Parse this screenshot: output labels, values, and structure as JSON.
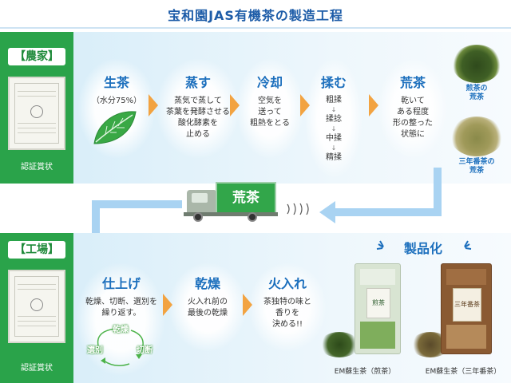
{
  "title": "宝和園JAS有機茶の製造工程",
  "farm": {
    "tag": "【農家】",
    "cert_caption": "認証賞状",
    "steps": [
      {
        "name": "生茶",
        "desc": [
          "（水分75%）"
        ]
      },
      {
        "name": "蒸す",
        "desc": [
          "蒸気で蒸して",
          "茶葉を発酵させる",
          "酸化酵素を",
          "止める"
        ]
      },
      {
        "name": "冷却",
        "desc": [
          "空気を",
          "送って",
          "粗熱をとる"
        ]
      },
      {
        "name": "揉む",
        "desc": [
          "粗揉",
          "↓",
          "揉捻",
          "↓",
          "中揉",
          "↓",
          "精揉"
        ]
      },
      {
        "name": "荒茶",
        "desc": [
          "乾いて",
          "ある程度",
          "形の整った",
          "状態に"
        ]
      }
    ],
    "photos": [
      {
        "caption": [
          "煎茶の",
          "荒茶"
        ]
      },
      {
        "caption": [
          "三年番茶の",
          "荒茶"
        ]
      }
    ]
  },
  "truck": {
    "label": "荒茶"
  },
  "factory": {
    "tag": "【工場】",
    "cert_caption": "認証賞状",
    "steps": [
      {
        "name": "仕上げ",
        "desc": [
          "乾燥、切断、選別を",
          "繰り返す。"
        ]
      },
      {
        "name": "乾燥",
        "desc": [
          "火入れ前の",
          "最後の乾燥"
        ]
      },
      {
        "name": "火入れ",
        "desc": [
          "茶独特の味と",
          "香りを",
          "決める!!"
        ]
      }
    ],
    "cycle": [
      "乾燥",
      "切断",
      "選別"
    ],
    "product_header": "製品化",
    "products": [
      {
        "caption": "EM蘇生茶（煎茶）",
        "package_text": "煎茶"
      },
      {
        "caption": "EM蘇生茶（三年番茶）",
        "package_text": "三年番茶"
      }
    ]
  },
  "colors": {
    "green": "#2aa34a",
    "blue": "#1c6fbd",
    "orange": "#f2a341",
    "arrow_blue": "#a9d3f2"
  }
}
